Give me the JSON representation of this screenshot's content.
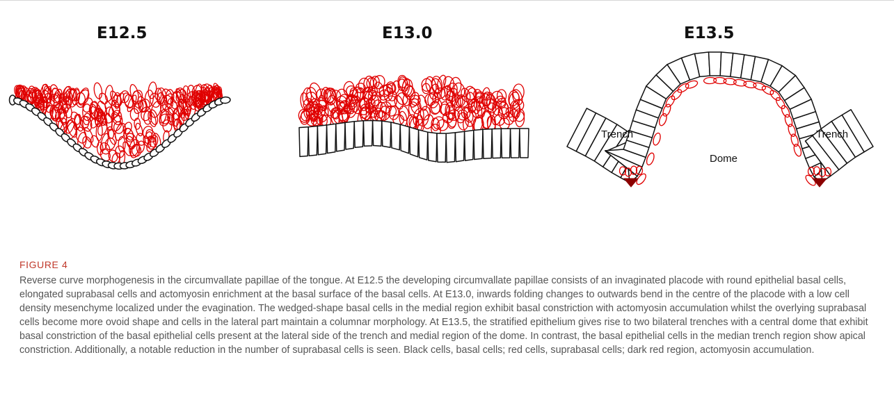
{
  "panels": [
    {
      "title": "E12.5"
    },
    {
      "title": "E13.0"
    },
    {
      "title": "E13.5"
    }
  ],
  "labels": {
    "trench_left": "Trench",
    "trench_right": "Trench",
    "dome": "Dome"
  },
  "colors": {
    "basal_cell_outline": "#111111",
    "suprabasal_cell_outline": "#e00000",
    "actomyosin": "#8b0000",
    "figure_label": "#c0392b",
    "caption_text": "#555555"
  },
  "figure_label": "FIGURE 4",
  "caption": "Reverse curve morphogenesis in the circumvallate papillae of the tongue. At E12.5 the developing circumvallate papillae consists of an invaginated placode with round epithelial basal cells, elongated suprabasal cells and actomyosin enrichment at the basal surface of the basal cells. At E13.0, inwards folding changes to outwards bend in the centre of the placode with a low cell density mesenchyme localized under the evagination. The wedged-shape basal cells in the medial region exhibit basal constriction with actomyosin accumulation whilst the overlying suprabasal cells become more ovoid shape and cells in the lateral part maintain a columnar morphology. At E13.5, the stratified epithelium gives rise to two bilateral trenches with a central dome that exhibit basal constriction of the basal epithelial cells present at the lateral side of the trench and medial region of the dome. In contrast, the basal epithelial cells in the median trench region show apical constriction. Additionally, a notable reduction in the number of suprabasal cells is seen. Black cells, basal cells; red cells, suprabasal cells; dark red region, actomyosin accumulation."
}
